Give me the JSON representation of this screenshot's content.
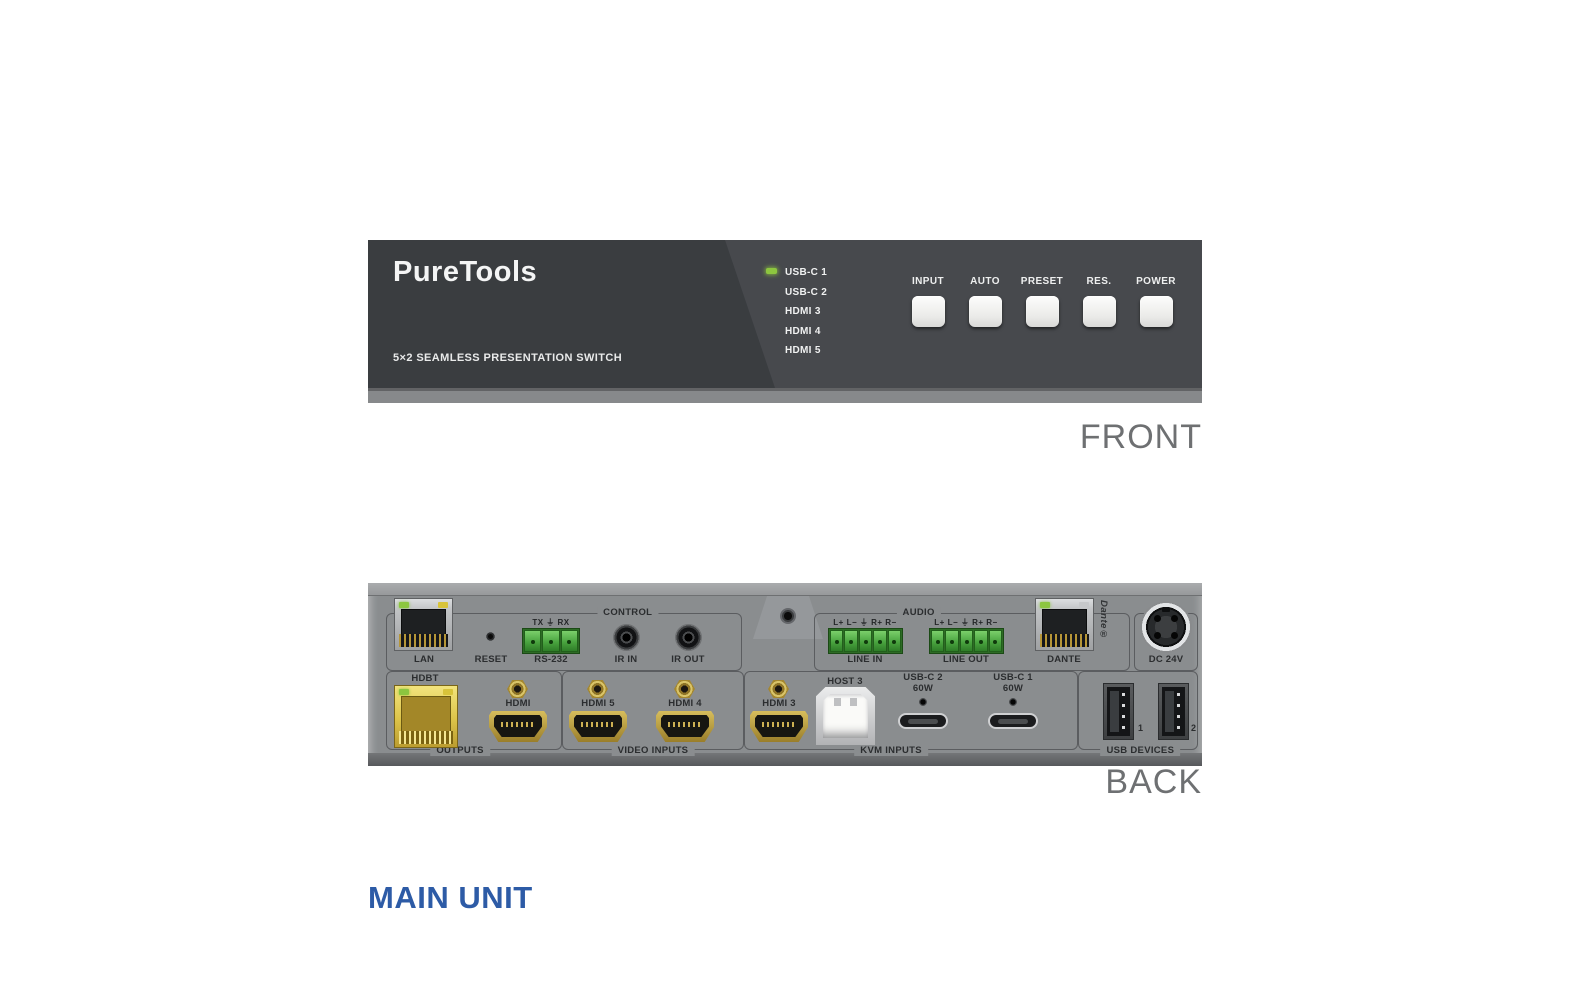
{
  "front_panel": {
    "brand": "PureTools",
    "model": "5×2 SEAMLESS PRESENTATION SWITCH",
    "view_label": "FRONT",
    "inputs": [
      "USB-C 1",
      "USB-C 2",
      "HDMI 3",
      "HDMI 4",
      "HDMI 5"
    ],
    "active_input": "USB-C 1",
    "buttons": [
      "INPUT",
      "AUTO",
      "PRESET",
      "RES.",
      "POWER"
    ],
    "colors": {
      "body_dark": "#3a3d40",
      "body_light": "#47494d",
      "base_strip": "#87898b",
      "led_active": "#8dc63f",
      "button_face": "#f2f2f0"
    }
  },
  "back_panel": {
    "view_label": "BACK",
    "control": {
      "title": "CONTROL",
      "lan_label": "LAN",
      "reset_label": "RESET",
      "rs232_pins": "TX ⏚ RX",
      "rs232_label": "RS-232",
      "ir_in_label": "IR IN",
      "ir_out_label": "IR OUT"
    },
    "audio": {
      "title": "AUDIO",
      "pin_labels": "L+ L− ⏚ R+ R−",
      "line_in_label": "LINE IN",
      "line_out_label": "LINE OUT",
      "dante_label": "DANTE",
      "dante_logo": "Dante®"
    },
    "power": {
      "label": "DC 24V"
    },
    "outputs": {
      "title": "OUTPUTS",
      "hdbt_label": "HDBT",
      "hdmi_label": "HDMI"
    },
    "video_inputs": {
      "title": "VIDEO INPUTS",
      "hdmi5_label": "HDMI 5",
      "hdmi4_label": "HDMI 4"
    },
    "kvm_inputs": {
      "title": "KVM INPUTS",
      "hdmi3_label": "HDMI 3",
      "host3_label": "HOST 3",
      "usbc2_label": "USB-C 2",
      "usbc2_power": "60W",
      "usbc1_label": "USB-C 1",
      "usbc1_power": "60W"
    },
    "usb_devices": {
      "title": "USB DEVICES",
      "port1_label": "1",
      "port2_label": "2"
    },
    "colors": {
      "body": "#8a8d8f",
      "outline": "#5b5d60",
      "terminal": "#4fae46",
      "hdmi_gold": "#c0a44a"
    }
  },
  "caption": {
    "text": "MAIN UNIT",
    "color": "#2d5ba6"
  }
}
